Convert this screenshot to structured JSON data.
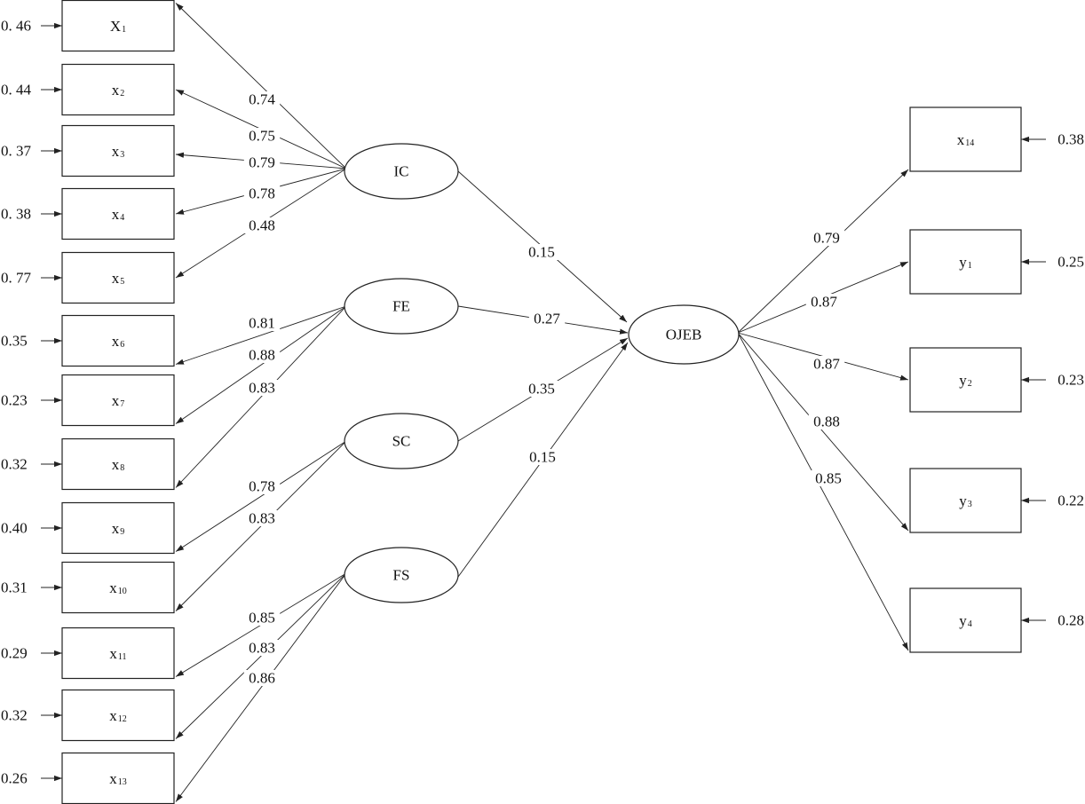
{
  "indicators_left": [
    {
      "id": "x1",
      "letter": "X",
      "sub": "1",
      "error": "0. 46"
    },
    {
      "id": "x2",
      "letter": "x",
      "sub": "2",
      "error": "0. 44"
    },
    {
      "id": "x3",
      "letter": "x",
      "sub": "3",
      "error": "0. 37"
    },
    {
      "id": "x4",
      "letter": "x",
      "sub": "4",
      "error": "0. 38"
    },
    {
      "id": "x5",
      "letter": "x",
      "sub": "5",
      "error": "0. 77"
    },
    {
      "id": "x6",
      "letter": "x",
      "sub": "6",
      "error": "0.35"
    },
    {
      "id": "x7",
      "letter": "x",
      "sub": "7",
      "error": "0.23"
    },
    {
      "id": "x8",
      "letter": "x",
      "sub": "8",
      "error": "0.32"
    },
    {
      "id": "x9",
      "letter": "x",
      "sub": "9",
      "error": "0.40"
    },
    {
      "id": "x10",
      "letter": "x",
      "sub": "10",
      "error": "0.31"
    },
    {
      "id": "x11",
      "letter": "x",
      "sub": "11",
      "error": "0.29"
    },
    {
      "id": "x12",
      "letter": "x",
      "sub": "12",
      "error": "0.32"
    },
    {
      "id": "x13",
      "letter": "x",
      "sub": "13",
      "error": "0.26"
    }
  ],
  "indicators_right": [
    {
      "id": "x14",
      "letter": "x",
      "sub": "14",
      "error": "0.38"
    },
    {
      "id": "y1",
      "letter": "y",
      "sub": "1",
      "error": "0.25"
    },
    {
      "id": "y2",
      "letter": "y",
      "sub": "2",
      "error": "0.23"
    },
    {
      "id": "y3",
      "letter": "y",
      "sub": "3",
      "error": "0.22"
    },
    {
      "id": "y4",
      "letter": "y",
      "sub": "4",
      "error": "0.28"
    }
  ],
  "latents": [
    {
      "id": "IC",
      "label": "IC"
    },
    {
      "id": "FE",
      "label": "FE"
    },
    {
      "id": "SC",
      "label": "SC"
    },
    {
      "id": "FS",
      "label": "FS"
    },
    {
      "id": "OJEB",
      "label": "OJEB"
    }
  ],
  "loadings": [
    {
      "from": "IC",
      "to": "x1",
      "value": "0.74"
    },
    {
      "from": "IC",
      "to": "x2",
      "value": "0.75"
    },
    {
      "from": "IC",
      "to": "x3",
      "value": "0.79"
    },
    {
      "from": "IC",
      "to": "x4",
      "value": "0.78"
    },
    {
      "from": "IC",
      "to": "x5",
      "value": "0.48"
    },
    {
      "from": "FE",
      "to": "x6",
      "value": "0.81"
    },
    {
      "from": "FE",
      "to": "x7",
      "value": "0.88"
    },
    {
      "from": "FE",
      "to": "x8",
      "value": "0.83"
    },
    {
      "from": "SC",
      "to": "x9",
      "value": "0.78"
    },
    {
      "from": "SC",
      "to": "x10",
      "value": "0.83"
    },
    {
      "from": "FS",
      "to": "x11",
      "value": "0.85"
    },
    {
      "from": "FS",
      "to": "x12",
      "value": "0.83"
    },
    {
      "from": "FS",
      "to": "x13",
      "value": "0.86"
    },
    {
      "from": "OJEB",
      "to": "x14",
      "value": "0.79"
    },
    {
      "from": "OJEB",
      "to": "y1",
      "value": "0.87"
    },
    {
      "from": "OJEB",
      "to": "y2",
      "value": "0.87"
    },
    {
      "from": "OJEB",
      "to": "y3",
      "value": "0.88"
    },
    {
      "from": "OJEB",
      "to": "y4",
      "value": "0.85"
    }
  ],
  "paths": [
    {
      "from": "IC",
      "to": "OJEB",
      "value": "0.15"
    },
    {
      "from": "FE",
      "to": "OJEB",
      "value": "0.27"
    },
    {
      "from": "SC",
      "to": "OJEB",
      "value": "0.35"
    },
    {
      "from": "FS",
      "to": "OJEB",
      "value": "0.15"
    }
  ]
}
